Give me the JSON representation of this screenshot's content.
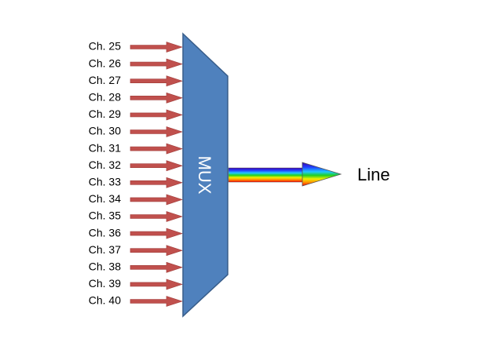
{
  "diagram": {
    "mux_label": "MUX",
    "output_label": "Line",
    "channels": [
      "Ch. 25",
      "Ch. 26",
      "Ch. 27",
      "Ch. 28",
      "Ch. 29",
      "Ch. 30",
      "Ch. 31",
      "Ch. 32",
      "Ch. 33",
      "Ch. 34",
      "Ch. 35",
      "Ch. 36",
      "Ch. 37",
      "Ch. 38",
      "Ch. 39",
      "Ch. 40"
    ],
    "colors": {
      "mux_fill": "#4f81bd",
      "mux_stroke": "#385d8a",
      "arrow_fill": "#c0504d",
      "arrow_stroke": "#a03c3a"
    }
  }
}
